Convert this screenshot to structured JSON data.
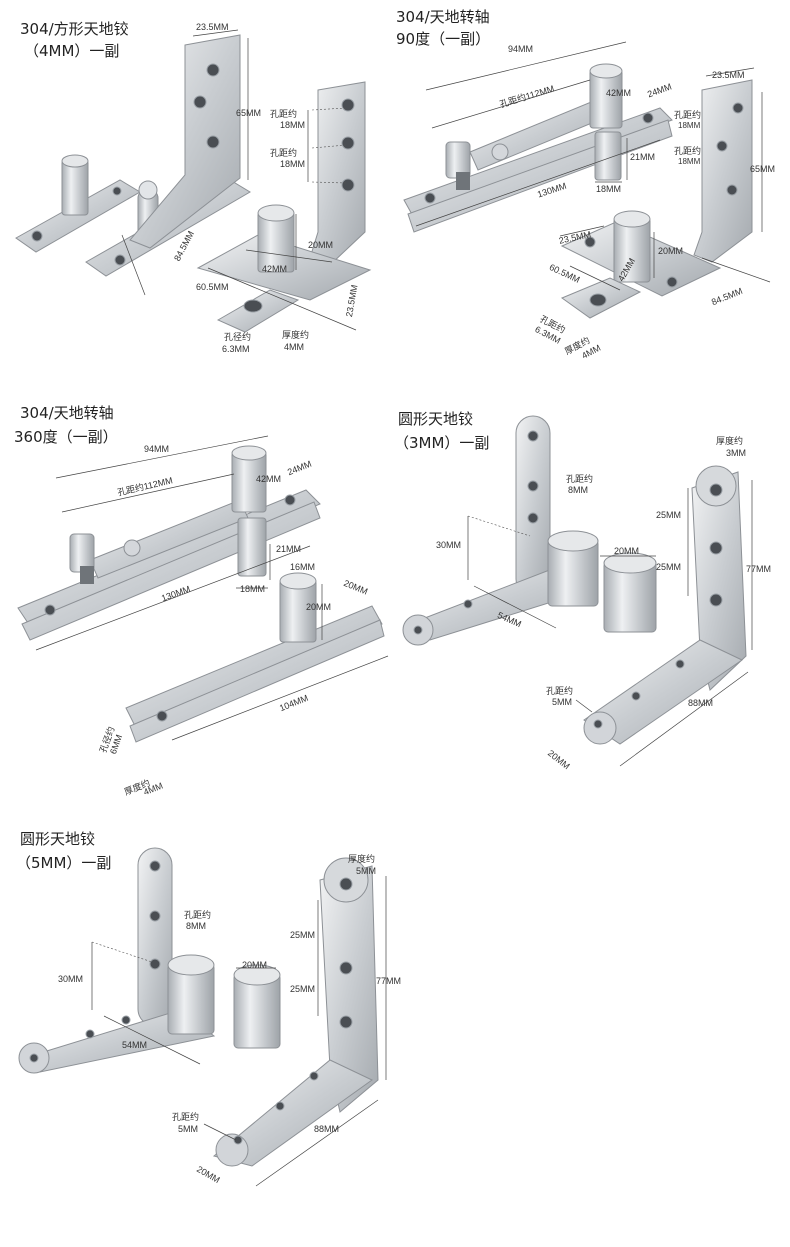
{
  "panels": {
    "p1": {
      "title_line1": "304/方形天地铰",
      "title_line2": "（4MM）一副",
      "dims": {
        "w1": "23.5MM",
        "h1": "65MM",
        "len1": "84.5MM",
        "hole_lbl1": "孔距约",
        "hole_val1": "18MM",
        "hole_lbl2": "孔距约",
        "hole_val2": "18MM",
        "pin_h": "20MM",
        "pin_d": "42MM",
        "base_len": "60.5MM",
        "base_w": "23.5MM",
        "hole_dia_lbl": "孔径约",
        "hole_dia_val": "6.3MM",
        "thick_lbl": "厚度约",
        "thick_val": "4MM"
      }
    },
    "p2": {
      "title_line1": "304/天地转轴",
      "title_line2": "90度（一副）",
      "dims": {
        "total": "94MM",
        "spacing": "孔距约112MM",
        "pin": "42MM",
        "width": "24MM",
        "arm_len": "130MM",
        "drop": "21MM",
        "drop_d": "18MM",
        "w1": "23.5MM",
        "h1": "65MM",
        "len1": "84.5MM",
        "hole_lbl1": "孔距约",
        "hole_val1": "18MM",
        "hole_lbl2": "孔距约",
        "hole_val2": "18MM",
        "w2": "23.5MM",
        "pin_h": "20MM",
        "pin_d": "42MM",
        "base_len": "60.5MM",
        "hole_dia_lbl": "孔距约",
        "hole_dia_val": "6.3MM",
        "thick_lbl": "厚度约",
        "thick_val": "4MM"
      }
    },
    "p3": {
      "title_line1": "304/天地转轴",
      "title_line2": "360度（一副）",
      "dims": {
        "total": "94MM",
        "spacing": "孔距约112MM",
        "pin": "42MM",
        "width": "24MM",
        "arm_len": "130MM",
        "drop": "21MM",
        "drop_d": "18MM",
        "d16": "16MM",
        "w20": "20MM",
        "pin_h": "20MM",
        "base_len": "104MM",
        "hole_dia_lbl": "孔径约",
        "hole_dia_val": "6MM",
        "thick_lbl": "厚度约",
        "thick_val": "4MM"
      }
    },
    "p4": {
      "title_line1": "圆形天地铰",
      "title_line2": "（3MM）一副",
      "dims": {
        "thick_lbl": "厚度约",
        "thick_val": "3MM",
        "hole_lbl1": "孔距约",
        "hole_val1": "8MM",
        "h30": "30MM",
        "d20": "20MM",
        "len54": "54MM",
        "g25a": "25MM",
        "g25b": "25MM",
        "h77": "77MM",
        "hole_lbl2": "孔距约",
        "hole_val2": "5MM",
        "len88": "88MM",
        "w20": "20MM"
      }
    },
    "p5": {
      "title_line1": "圆形天地铰",
      "title_line2": "（5MM）一副",
      "dims": {
        "thick_lbl": "厚度约",
        "thick_val": "5MM",
        "hole_lbl1": "孔距约",
        "hole_val1": "8MM",
        "h30": "30MM",
        "d20": "20MM",
        "len54": "54MM",
        "g25a": "25MM",
        "g25b": "25MM",
        "h77": "77MM",
        "hole_lbl2": "孔距约",
        "hole_val2": "5MM",
        "len88": "88MM",
        "w20": "20MM"
      }
    }
  },
  "colors": {
    "steel_light": "#e8eaec",
    "steel_mid": "#c4c8cc",
    "steel_dark": "#9aa0a6",
    "hole": "#4a4e53"
  }
}
